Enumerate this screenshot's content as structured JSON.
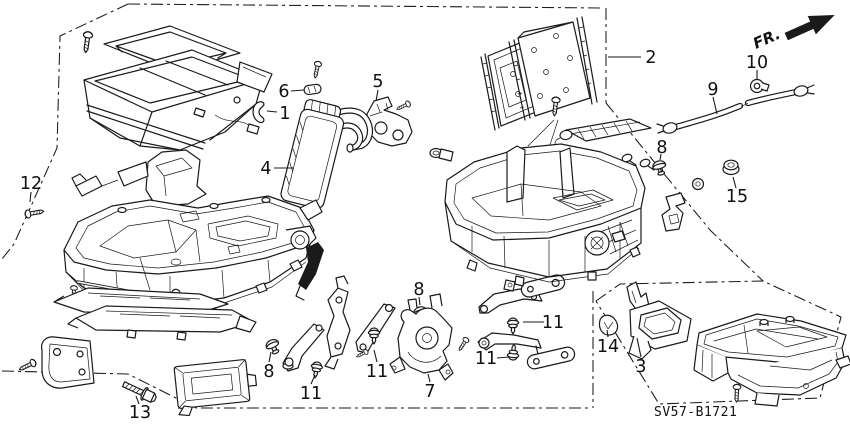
{
  "diagram": {
    "direction_label": "FR.",
    "part_code": "SV57-B1721",
    "callouts": [
      {
        "label": "1"
      },
      {
        "label": "2"
      },
      {
        "label": "3"
      },
      {
        "label": "4"
      },
      {
        "label": "5"
      },
      {
        "label": "6"
      },
      {
        "label": "7"
      },
      {
        "label": "8"
      },
      {
        "label": "8"
      },
      {
        "label": "8"
      },
      {
        "label": "9"
      },
      {
        "label": "10"
      },
      {
        "label": "11"
      },
      {
        "label": "11"
      },
      {
        "label": "11"
      },
      {
        "label": "11"
      },
      {
        "label": "12"
      },
      {
        "label": "13"
      },
      {
        "label": "14"
      },
      {
        "label": "15"
      }
    ],
    "colors": {
      "line": "#1a1a1a",
      "background": "#ffffff"
    }
  }
}
